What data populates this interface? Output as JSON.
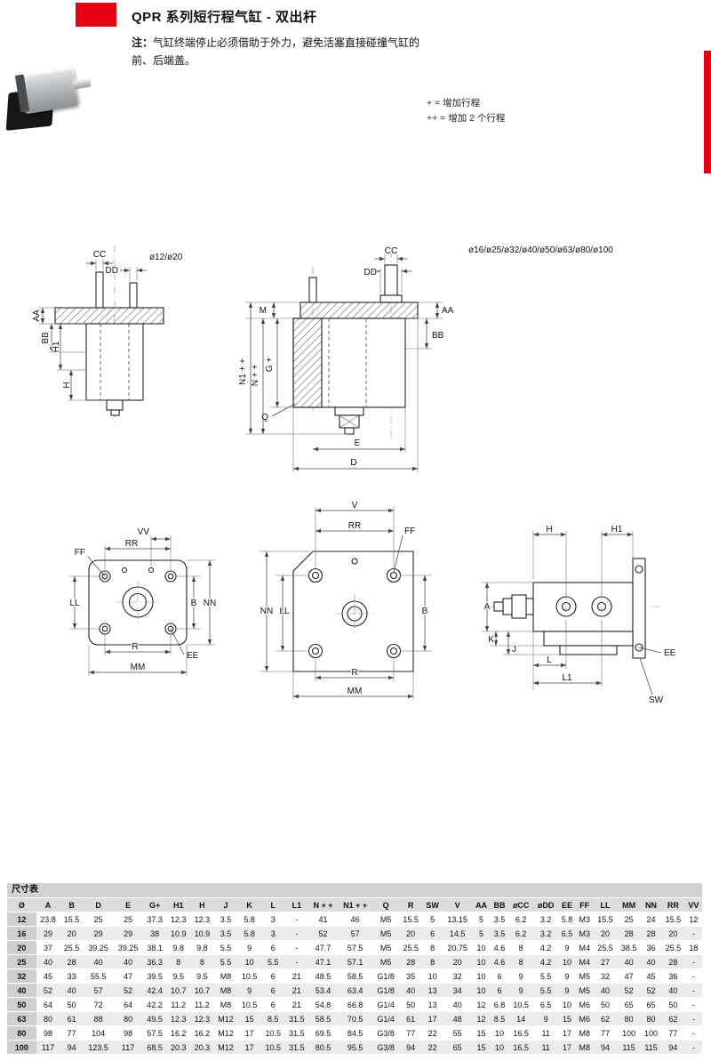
{
  "page": {
    "title": "QPR 系列短行程气缸 - 双出杆",
    "note_label": "注：",
    "note_text": "气缸终端停止必须借助于外力，避免活塞直接碰撞气缸的前、后端盖。",
    "legend": [
      "+ = 增加行程",
      "++ = 增加 2 个行程"
    ],
    "accent_color": "#e60012"
  },
  "drawings": {
    "view1": {
      "title": "ø12/ø20",
      "cc": "CC",
      "dd": "DD",
      "aa": "AA",
      "bb": "BB",
      "h1": "H1",
      "h": "H"
    },
    "view2": {
      "title": "ø16/ø25/ø32/ø40/ø50/ø63/ø80/ø100",
      "cc": "CC",
      "dd": "DD",
      "m": "M",
      "g": "G +",
      "n": "N + +",
      "n1": "N1 + +",
      "q": "Q",
      "e": "E",
      "d": "D",
      "bb": "BB",
      "aa": "AA"
    },
    "view3": {
      "vv": "VV",
      "rr": "RR",
      "ff": "FF",
      "ll": "LL",
      "b": "B",
      "nn": "NN",
      "r": "R",
      "ee": "EE",
      "mm": "MM"
    },
    "view4": {
      "v": "V",
      "rr": "RR",
      "ff": "FF",
      "nn": "NN",
      "ll": "LL",
      "b": "B",
      "r": "R",
      "mm": "MM"
    },
    "view5": {
      "h": "H",
      "h1": "H1",
      "a": "A",
      "k": "K",
      "j": "J",
      "l": "L",
      "l1": "L1",
      "ee": "EE",
      "sw": "SW"
    }
  },
  "table": {
    "caption": "尺寸表",
    "headers": [
      "Ø",
      "A",
      "B",
      "D",
      "E",
      "G+",
      "H1",
      "H",
      "J",
      "K",
      "L",
      "L1",
      "N + +",
      "N1 + +",
      "Q",
      "R",
      "SW",
      "V",
      "AA",
      "BB",
      "øCC",
      "øDD",
      "EE",
      "FF",
      "LL",
      "MM",
      "NN",
      "RR",
      "VV"
    ],
    "rows": [
      [
        "12",
        23.8,
        15.5,
        25,
        25,
        37.3,
        12.3,
        12.3,
        3.5,
        5.8,
        3,
        "-",
        41,
        46,
        "M5",
        15.5,
        5,
        13.15,
        5,
        3.5,
        6.2,
        3.2,
        5.8,
        "M3",
        15.5,
        25,
        24,
        15.5,
        12
      ],
      [
        "16",
        29,
        20,
        29,
        29,
        38,
        10.9,
        10.9,
        3.5,
        5.8,
        3,
        "-",
        52,
        57,
        "M5",
        20,
        6,
        14.5,
        5,
        3.5,
        6.2,
        3.2,
        6.5,
        "M3",
        20,
        28,
        28,
        20,
        "-"
      ],
      [
        "20",
        37,
        25.5,
        39.25,
        39.25,
        38.1,
        9.8,
        9.8,
        5.5,
        9,
        6,
        "-",
        47.7,
        57.5,
        "M5",
        25.5,
        8,
        20.75,
        10,
        4.6,
        8,
        4.2,
        9,
        "M4",
        25.5,
        38.5,
        36,
        25.5,
        18
      ],
      [
        "25",
        40,
        28,
        40,
        40,
        36.3,
        8,
        8,
        5.5,
        10,
        5.5,
        "-",
        47.1,
        57.1,
        "M5",
        28,
        8,
        20,
        10,
        4.6,
        8,
        4.2,
        10,
        "M4",
        27,
        40,
        40,
        28,
        "-"
      ],
      [
        "32",
        45,
        33,
        55.5,
        47,
        39.5,
        9.5,
        9.5,
        "M8",
        10.5,
        6,
        21,
        48.5,
        58.5,
        "G1/8",
        35,
        10,
        32,
        10,
        6,
        9,
        5.5,
        9,
        "M5",
        32,
        47,
        45,
        36,
        "-"
      ],
      [
        "40",
        52,
        40,
        57,
        52,
        42.4,
        10.7,
        10.7,
        "M8",
        9,
        6,
        21,
        53.4,
        63.4,
        "G1/8",
        40,
        13,
        34,
        10,
        6,
        9,
        5.5,
        9,
        "M5",
        40,
        52,
        52,
        40,
        "-"
      ],
      [
        "50",
        64,
        50,
        72,
        64,
        42.2,
        11.2,
        11.2,
        "M8",
        10.5,
        6,
        21,
        54.8,
        66.8,
        "G1/4",
        50,
        13,
        40,
        12,
        6.8,
        10.5,
        6.5,
        10,
        "M6",
        50,
        65,
        65,
        50,
        "-"
      ],
      [
        "63",
        80,
        61,
        88,
        80,
        49.5,
        12.3,
        12.3,
        "M12",
        15,
        8.5,
        31.5,
        58.5,
        70.5,
        "G1/4",
        61,
        17,
        48,
        12,
        8.5,
        14,
        9,
        15,
        "M6",
        62,
        80,
        80,
        62,
        "-"
      ],
      [
        "80",
        98,
        77,
        104,
        98,
        57.5,
        16.2,
        16.2,
        "M12",
        17,
        10.5,
        31.5,
        69.5,
        84.5,
        "G3/8",
        77,
        22,
        55,
        15,
        10,
        16.5,
        11,
        17,
        "M8",
        77,
        100,
        100,
        77,
        "-"
      ],
      [
        "100",
        117,
        94,
        123.5,
        117,
        68.5,
        20.3,
        20.3,
        "M12",
        17,
        10.5,
        31.5,
        80.5,
        95.5,
        "G3/8",
        94,
        22,
        65,
        15,
        10,
        16.5,
        11,
        17,
        "M8",
        94,
        115,
        115,
        94,
        "-"
      ]
    ]
  }
}
